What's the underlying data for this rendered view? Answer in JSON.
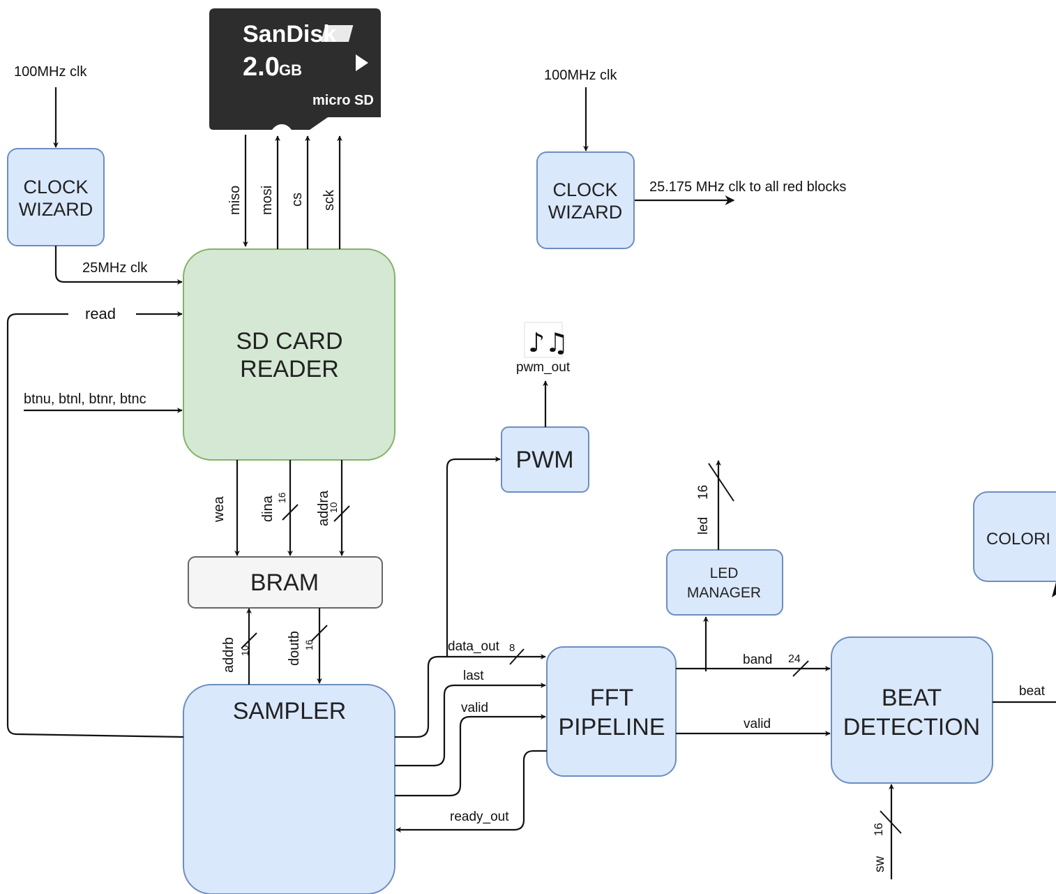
{
  "sdcard": {
    "brand": "SanDisk",
    "capacity": "2.0",
    "unit": "GB",
    "type_logo": "micro SD"
  },
  "blocks": {
    "clock_wizard_left": {
      "line1": "CLOCK",
      "line2": "WIZARD"
    },
    "clock_wizard_right": {
      "line1": "CLOCK",
      "line2": "WIZARD"
    },
    "sd_card_reader": {
      "line1": "SD CARD",
      "line2": "READER"
    },
    "bram": {
      "label": "BRAM"
    },
    "sampler": {
      "label": "SAMPLER"
    },
    "pwm": {
      "label": "PWM"
    },
    "fft_pipeline": {
      "line1": "FFT",
      "line2": "PIPELINE"
    },
    "led_manager": {
      "line1": "LED",
      "line2": "MANAGER"
    },
    "beat_detection": {
      "line1": "BEAT",
      "line2": "DETECTION"
    },
    "coloring": {
      "label": "COLORI"
    }
  },
  "signals": {
    "clk_in_left": "100MHz clk",
    "clk_in_right": "100MHz clk",
    "clk_25": "25MHz clk",
    "clk_out_right": "25.175 MHz clk to all red blocks",
    "read": "read",
    "buttons": "btnu, btnl, btnr, btnc",
    "miso": "miso",
    "mosi": "mosi",
    "cs": "cs",
    "sck": "sck",
    "wea": "wea",
    "dina": "dina",
    "dina_width": "16",
    "addra": "addra",
    "addra_width": "10",
    "addrb": "addrb",
    "addrb_width": "10",
    "doutb": "doutb",
    "doutb_width": "16",
    "pwm_out": "pwm_out",
    "data_out": "data_out",
    "data_out_width": "8",
    "last": "last",
    "valid_in": "valid",
    "ready_out": "ready_out",
    "band": "band",
    "band_width": "24",
    "valid_out": "valid",
    "beat": "beat",
    "led": "led",
    "led_width": "16",
    "sw": "sw",
    "sw_width": "16"
  },
  "icons": {
    "music": "music-notes-icon"
  },
  "colors": {
    "block_blue_fill": "#dae8fc",
    "block_blue_stroke": "#6c8ebf",
    "block_green_fill": "#d5e8d4",
    "block_green_stroke": "#82b366",
    "block_gray_fill": "#f5f5f5",
    "block_gray_stroke": "#666666",
    "sdcard_body": "#2d2d2d"
  }
}
